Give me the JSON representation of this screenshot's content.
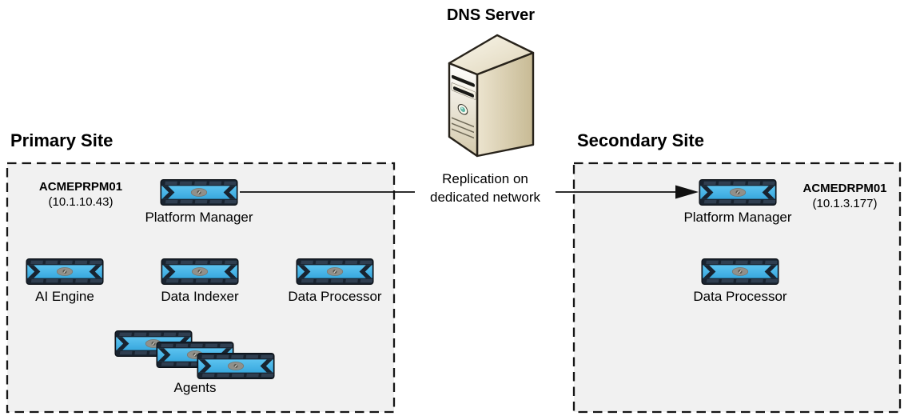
{
  "dns": {
    "label": "DNS Server"
  },
  "connection": {
    "line1": "Replication on",
    "line2": "dedicated network"
  },
  "primary": {
    "title": "Primary Site",
    "host_name": "ACMEPRPM01",
    "host_ip": "(10.1.10.43)",
    "nodes": {
      "platform_manager": "Platform Manager",
      "ai_engine": "AI Engine",
      "data_indexer": "Data Indexer",
      "data_processor": "Data Processor",
      "agents": "Agents"
    }
  },
  "secondary": {
    "title": "Secondary Site",
    "host_name": "ACMEDRPM01",
    "host_ip": "(10.1.3.177)",
    "nodes": {
      "platform_manager": "Platform Manager",
      "data_processor": "Data Processor"
    }
  },
  "colors": {
    "appliance_blue": "#47b7e9",
    "appliance_frame": "#19232f",
    "site_box_fill": "#f1f1f1",
    "outline_black": "#161616",
    "server_beige": "#d9cfb3",
    "power_button_teal": "#63b8a6"
  }
}
